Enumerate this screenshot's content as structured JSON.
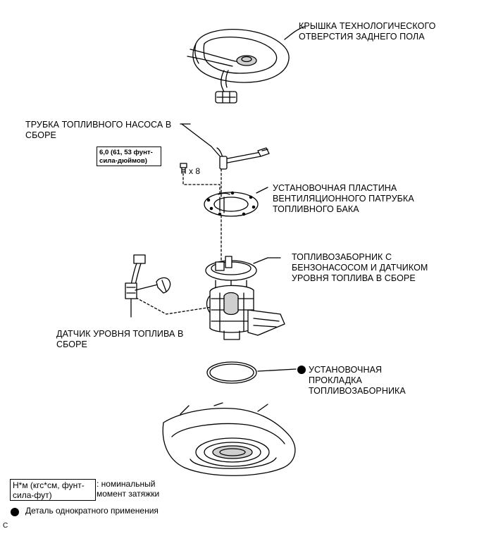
{
  "labels": {
    "cover": [
      "КРЫШКА ТЕХНОЛОГИЧЕСКОГО",
      "ОТВЕРСТИЯ ЗАДНЕГО ПОЛА"
    ],
    "pump_tube": [
      "ТРУБКА ТОПЛИВНОГО НАСОСА В",
      "СБОРЕ"
    ],
    "vent_plate": [
      "УСТАНОВОЧНАЯ ПЛАСТИНА",
      "ВЕНТИЛЯЦИОННОГО ПАТРУБКА",
      "ТОПЛИВНОГО БАКА"
    ],
    "suction": [
      "ТОПЛИВОЗАБОРНИК С",
      "БЕНЗОНАСОСОМ И ДАТЧИКОМ",
      "УРОВНЯ ТОПЛИВА В СБОРЕ"
    ],
    "gauge": [
      "ДАТЧИК УРОВНЯ ТОПЛИВА В",
      "СБОРЕ"
    ],
    "gasket": [
      "УСТАНОВОЧНАЯ",
      "ПРОКЛАДКА",
      "ТОПЛИВОЗАБОРНИКА"
    ]
  },
  "torque_spec": [
    "6,0 (61, 53 фунт-",
    "сила-дюймов)"
  ],
  "bolt_quantity": "x 8",
  "legend": {
    "torque_units": [
      "Н*м (кгс*см, фунт-",
      "сила-фут)"
    ],
    "torque_desc": [
      ": номинальный",
      "момент затяжки"
    ],
    "non_reusable": "Деталь однократного применения"
  },
  "figure_code": "C",
  "colors": {
    "line": "#000000",
    "background": "#ffffff",
    "shade": "#cfcfcf"
  }
}
